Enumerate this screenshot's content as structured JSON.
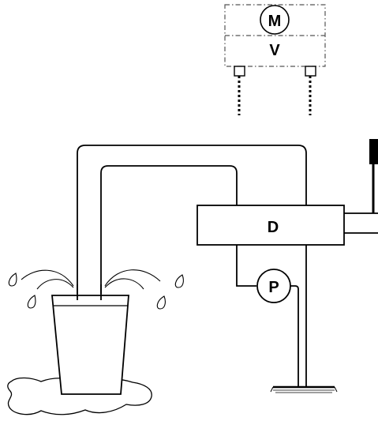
{
  "labels": {
    "motor": "M",
    "valve": "V",
    "device": "D",
    "pump": "P"
  },
  "colors": {
    "stroke": "#000000",
    "background": "#ffffff",
    "dash": "#555555"
  }
}
